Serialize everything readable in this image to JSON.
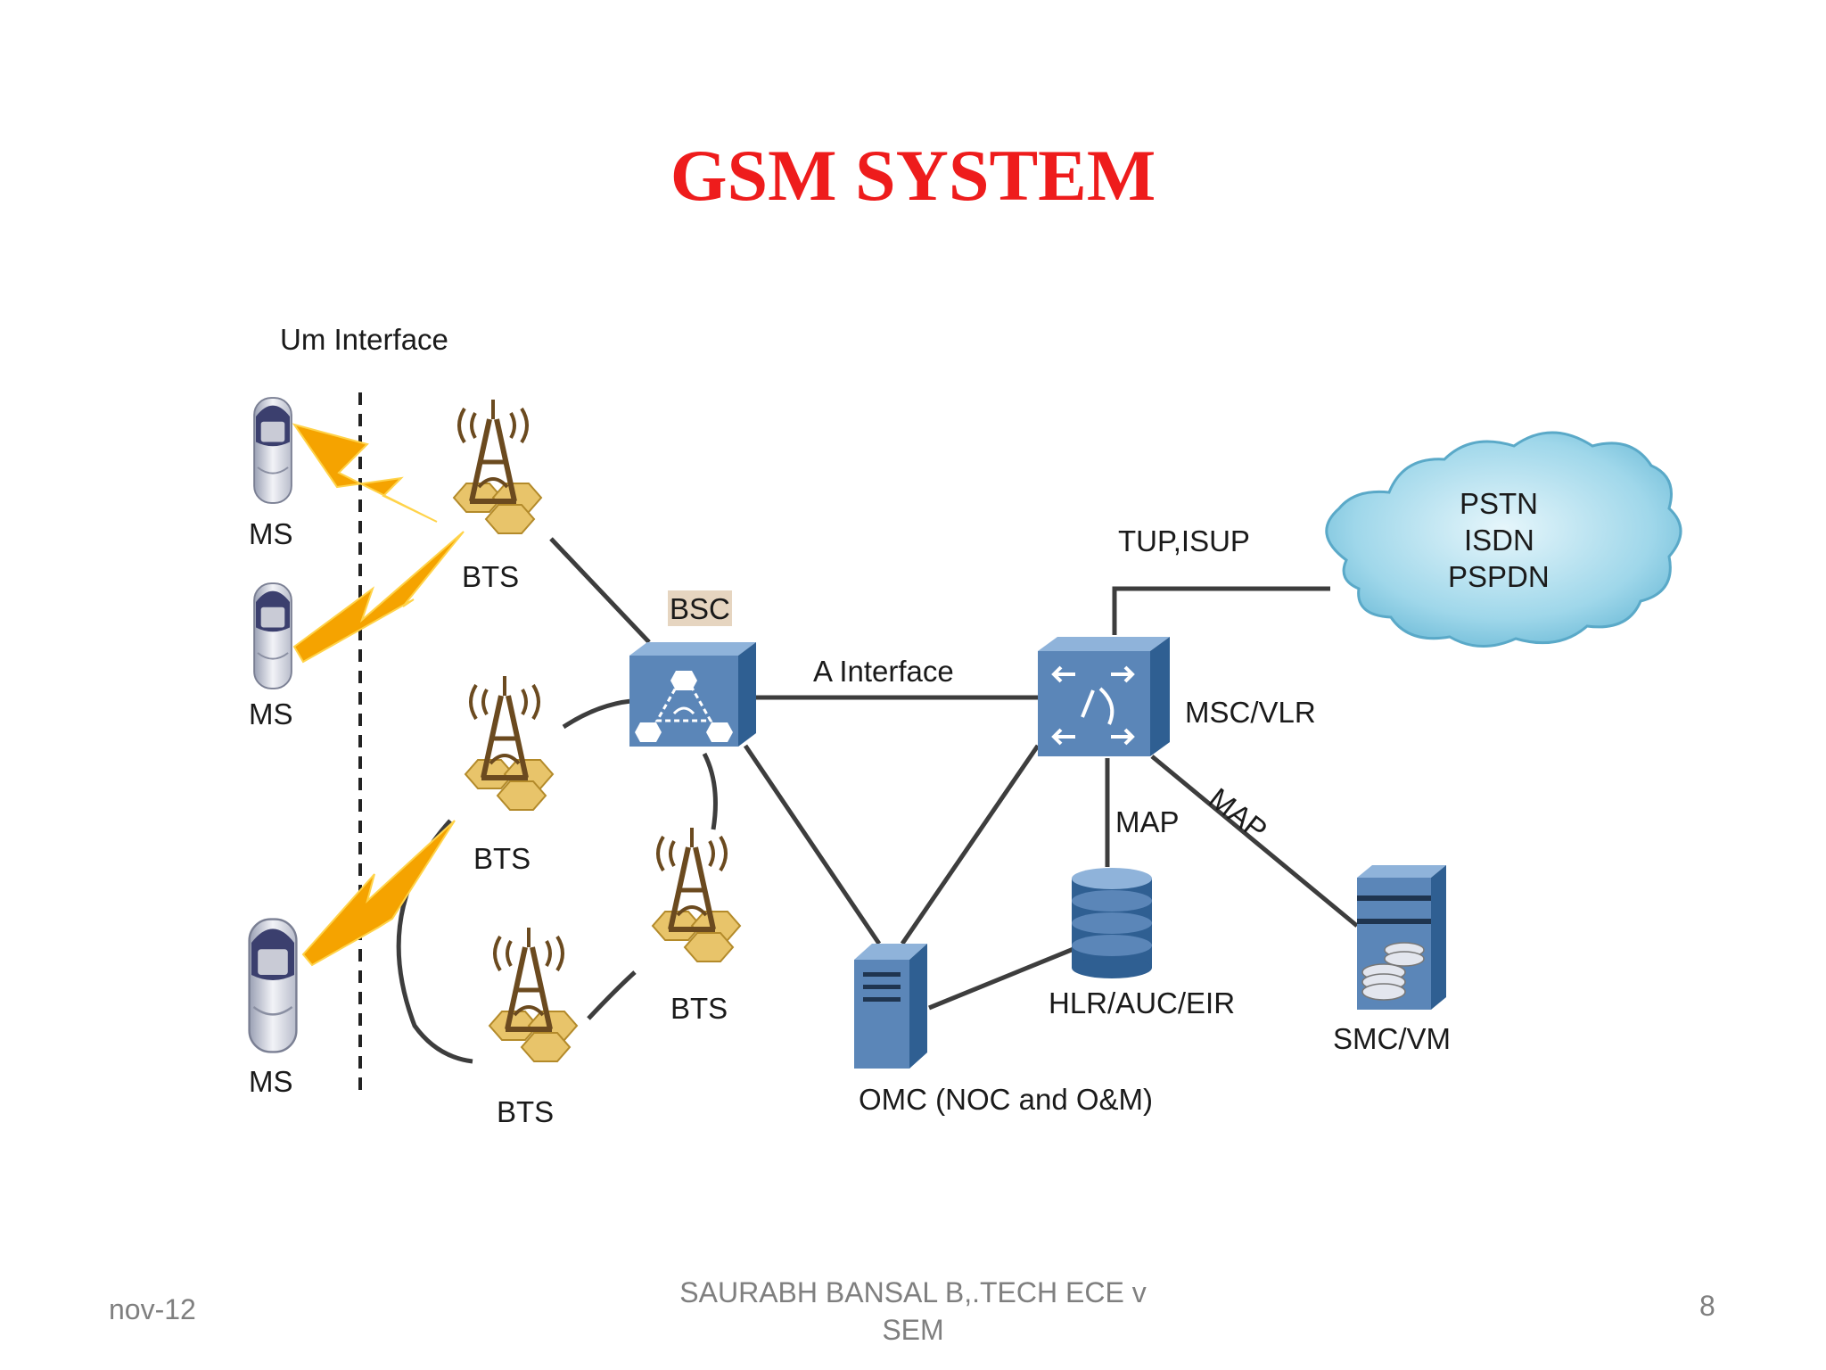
{
  "slide": {
    "title": "GSM SYSTEM",
    "footer_left": "nov-12",
    "footer_center_line1": "SAURABH BANSAL B,.TECH ECE v",
    "footer_center_line2": "SEM",
    "page_number": "8"
  },
  "diagram": {
    "um_interface": "Um Interface",
    "ms_label": "MS",
    "bts_label": "BTS",
    "bsc_label": "BSC",
    "a_interface": "A  Interface",
    "msc_label": "MSC/VLR",
    "tup_isup": "TUP,ISUP",
    "cloud_lines": [
      "PSTN",
      "ISDN",
      "PSPDN"
    ],
    "map_label": "MAP",
    "hlr_label": "HLR/AUC/EIR",
    "smc_label": "SMC/VM",
    "omc_label": "OMC (NOC and O&M)"
  },
  "colors": {
    "title": "#ee1c1c",
    "equipment_blue": "#5b86b8",
    "bolt": "#f5a300",
    "tower": "#6b4a1f",
    "cell": "#e8c46a"
  }
}
